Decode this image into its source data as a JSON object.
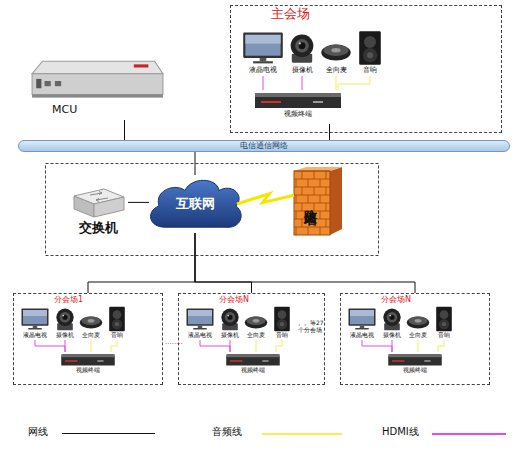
{
  "diagram": {
    "nodes": [
      {
        "text": [
          "MCU"
        ]
      },
      {
        "text": [
          "主会场"
        ]
      },
      {
        "text": [
          "液晶电视"
        ],
        "in": 1
      },
      {
        "text": [
          "摄像机"
        ],
        "in": 1
      },
      {
        "text": [
          "全向麦"
        ],
        "in": 1
      },
      {
        "text": [
          "音响"
        ],
        "in": 1
      },
      {
        "text": [
          "视频终端"
        ],
        "in": 1
      },
      {
        "text": [
          "电信通信网络"
        ]
      },
      {
        "text": [
          "交换机"
        ]
      },
      {
        "text": [
          "互联网"
        ]
      },
      {
        "text": [
          "防火墙"
        ]
      },
      {
        "text": [
          "分会场1"
        ]
      },
      {
        "text": [
          "液晶电视"
        ],
        "in": 11
      },
      {
        "text": [
          "摄像机"
        ],
        "in": 11
      },
      {
        "text": [
          "全向麦"
        ],
        "in": 11
      },
      {
        "text": [
          "音响"
        ],
        "in": 11
      },
      {
        "text": [
          "视频终端"
        ],
        "in": 11
      },
      {
        "text": [
          "分会场N"
        ]
      },
      {
        "text": [
          "液晶电视"
        ],
        "in": 17
      },
      {
        "text": [
          "摄像机"
        ],
        "in": 17
      },
      {
        "text": [
          "全向麦"
        ],
        "in": 17
      },
      {
        "text": [
          "音响"
        ],
        "in": 17
      },
      {
        "text": [
          "视频终端"
        ],
        "in": 17
      },
      {
        "text": [
          "分会场N"
        ]
      },
      {
        "text": [
          "液晶电视"
        ],
        "in": 23
      },
      {
        "text": [
          "摄像机"
        ],
        "in": 23
      },
      {
        "text": [
          "全向麦"
        ],
        "in": 23
      },
      {
        "text": [
          "音响"
        ],
        "in": 23
      },
      {
        "text": [
          "视频终端"
        ],
        "in": 23
      }
    ],
    "edges": [
      {
        "from": 2,
        "to": 6,
        "arrow": "none"
      },
      {
        "from": 3,
        "to": 6,
        "arrow": "none"
      },
      {
        "from": 4,
        "to": 6,
        "arrow": "none"
      },
      {
        "from": 5,
        "to": 6,
        "arrow": "none"
      },
      {
        "from": 6,
        "to": 7,
        "arrow": "none"
      },
      {
        "from": 0,
        "to": 7,
        "arrow": "none"
      },
      {
        "from": 7,
        "to": 9,
        "arrow": "none"
      },
      {
        "from": 8,
        "to": 9,
        "arrow": "none"
      },
      {
        "from": 9,
        "to": 10,
        "arrow": "none"
      },
      {
        "from": 9,
        "to": 11,
        "arrow": "none"
      },
      {
        "from": 9,
        "to": 17,
        "arrow": "none"
      },
      {
        "from": 9,
        "to": 23,
        "arrow": "none"
      },
      {
        "from": 12,
        "to": 16,
        "arrow": "none"
      },
      {
        "from": 13,
        "to": 16,
        "arrow": "none"
      },
      {
        "from": 14,
        "to": 16,
        "arrow": "none"
      },
      {
        "from": 15,
        "to": 16,
        "arrow": "none"
      },
      {
        "from": 18,
        "to": 22,
        "arrow": "none"
      },
      {
        "from": 19,
        "to": 22,
        "arrow": "none"
      },
      {
        "from": 20,
        "to": 22,
        "arrow": "none"
      },
      {
        "from": 21,
        "to": 22,
        "arrow": "none"
      },
      {
        "from": 24,
        "to": 28,
        "arrow": "none"
      },
      {
        "from": 25,
        "to": 28,
        "arrow": "none"
      },
      {
        "from": 26,
        "to": 28,
        "arrow": "none"
      },
      {
        "from": 27,
        "to": 28,
        "arrow": "none"
      }
    ],
    "labels": [
      "........",
      "。。等27个分会场"
    ],
    "legend": [
      {
        "text": "网线"
      },
      {
        "text": "音频线"
      },
      {
        "text": "HDMI线"
      }
    ]
  }
}
